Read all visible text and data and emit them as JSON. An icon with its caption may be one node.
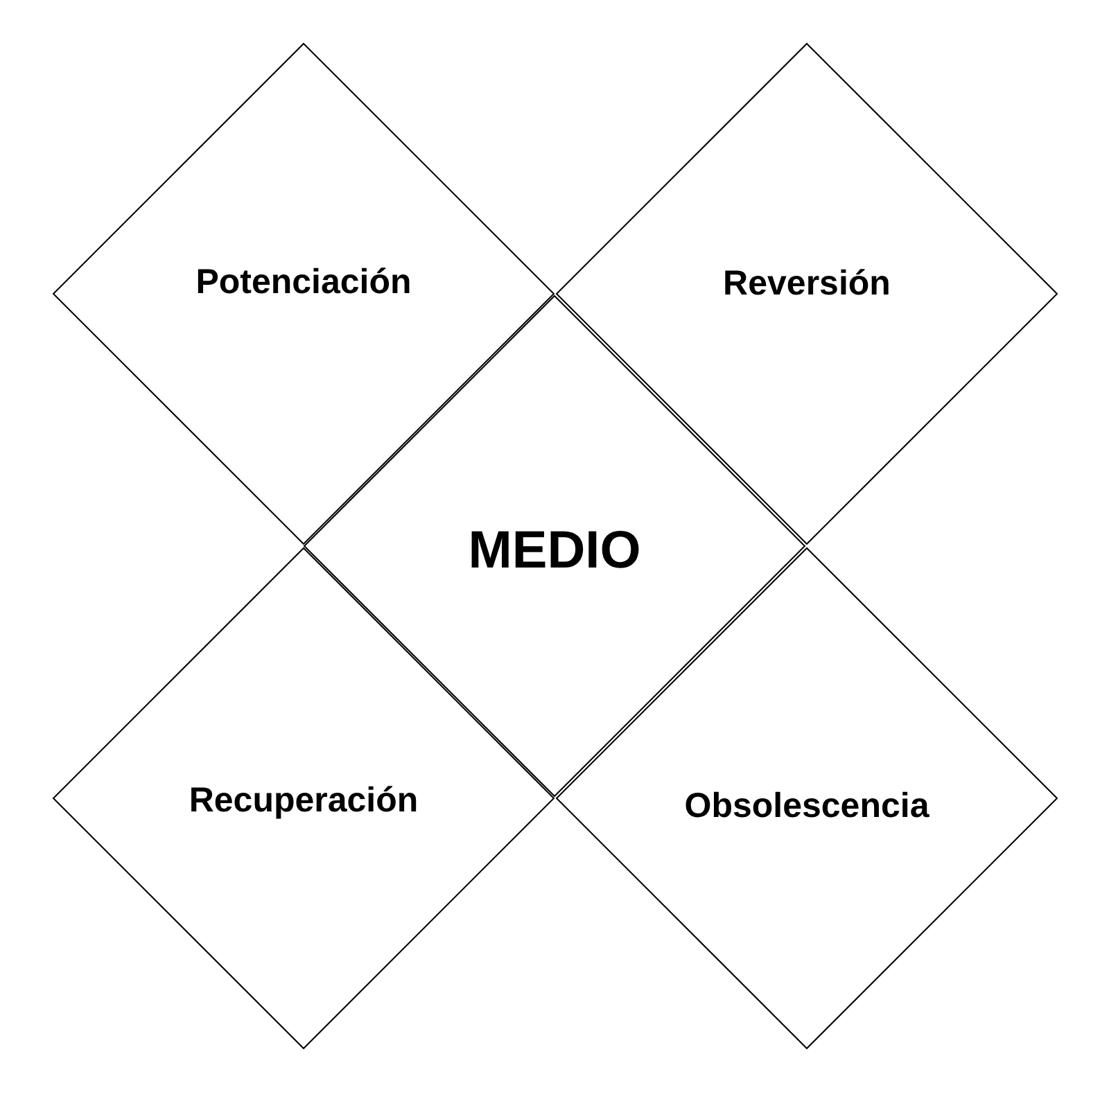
{
  "diagram": {
    "nodes": [
      {
        "text": [
          "Potenciación"
        ]
      },
      {
        "text": [
          "Reversión"
        ]
      },
      {
        "text": [
          "MEDIO"
        ]
      },
      {
        "text": [
          "Recuperación"
        ]
      },
      {
        "text": [
          "Obsolescencia"
        ]
      }
    ]
  }
}
